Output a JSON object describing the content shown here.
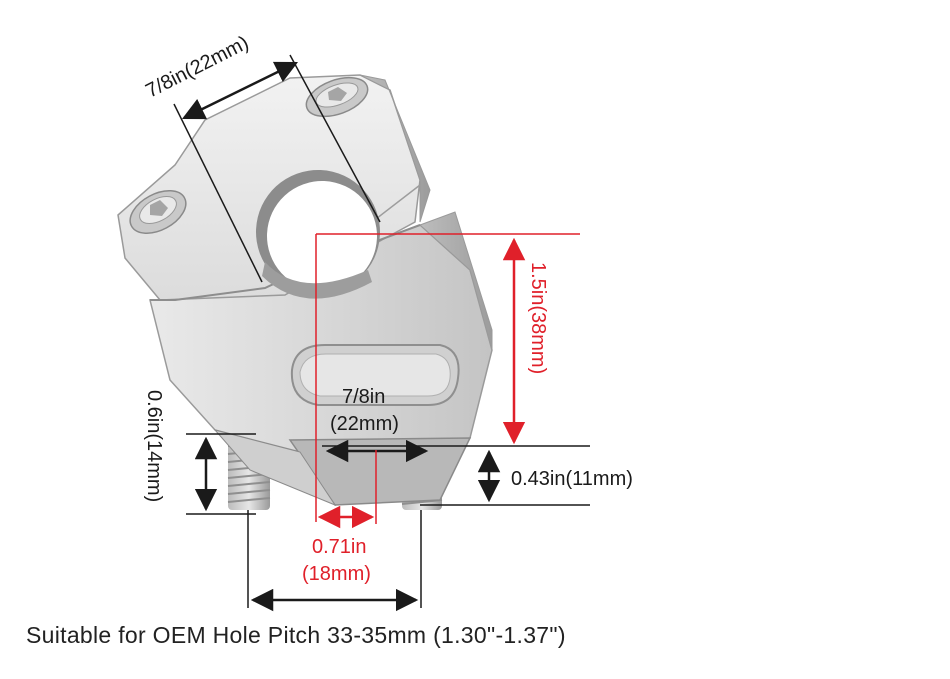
{
  "dimensions": {
    "clamp_width": "7/8in(22mm)",
    "height": "1.5in(38mm)",
    "base_width_line1": "7/8in",
    "base_width_line2": "(22mm)",
    "stud_length": "0.6in(14mm)",
    "base_thickness": "0.43in(11mm)",
    "offset_line1": "0.71in",
    "offset_line2": "(18mm)"
  },
  "caption": "Suitable for OEM Hole Pitch 33-35mm (1.30\"-1.37\")",
  "colors": {
    "dimension_black": "#1a1a1a",
    "dimension_red": "#e0202a",
    "metal_light": "#e4e4e4",
    "metal_dark": "#a9a9a9"
  }
}
